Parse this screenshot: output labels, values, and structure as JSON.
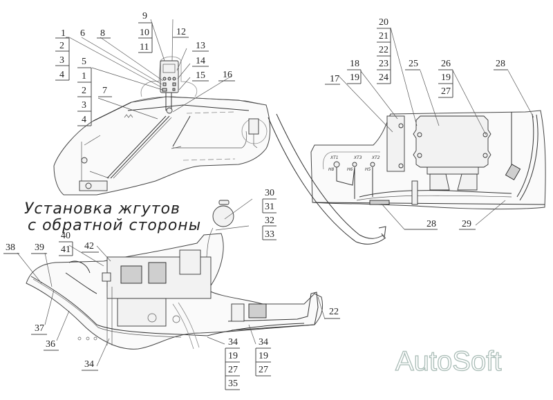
{
  "diagram": {
    "title_line1": "Установка жгутов",
    "title_line2": "с обратной стороны",
    "watermark": "AutoSoft",
    "connector_labels": {
      "xt1": "XT1",
      "xt3": "XT3",
      "xt2": "XT2",
      "h8": "H8",
      "h6": "H6",
      "h5": "H5"
    },
    "callouts": {
      "c1_stack": [
        "1",
        "2",
        "3",
        "4"
      ],
      "c6": "6",
      "c8": "8",
      "c9_stack": [
        "9",
        "10",
        "11"
      ],
      "c12": "12",
      "c13": "13",
      "c14": "14",
      "c15": "15",
      "c5_stack": [
        "5",
        "1",
        "2",
        "3",
        "4"
      ],
      "c7": "7",
      "c16": "16",
      "c20_stack": [
        "20",
        "21",
        "22",
        "23",
        "24"
      ],
      "c18_stack": [
        "18",
        "19"
      ],
      "c17": "17",
      "c25": "25",
      "c26_stack": [
        "26",
        "19",
        "27"
      ],
      "c28_top": "28",
      "c28_bottom": "28",
      "c29": "29",
      "c30_stack": [
        "30",
        "31"
      ],
      "c32_stack": [
        "32",
        "33"
      ],
      "c38": "38",
      "c39": "39",
      "c40_stack": [
        "40",
        "41"
      ],
      "c42": "42",
      "c37": "37",
      "c36": "36",
      "c34_left": "34",
      "c34_mid_stack": [
        "34",
        "19",
        "27",
        "35"
      ],
      "c34_right_stack": [
        "34",
        "19",
        "27"
      ],
      "c22": "22"
    }
  }
}
